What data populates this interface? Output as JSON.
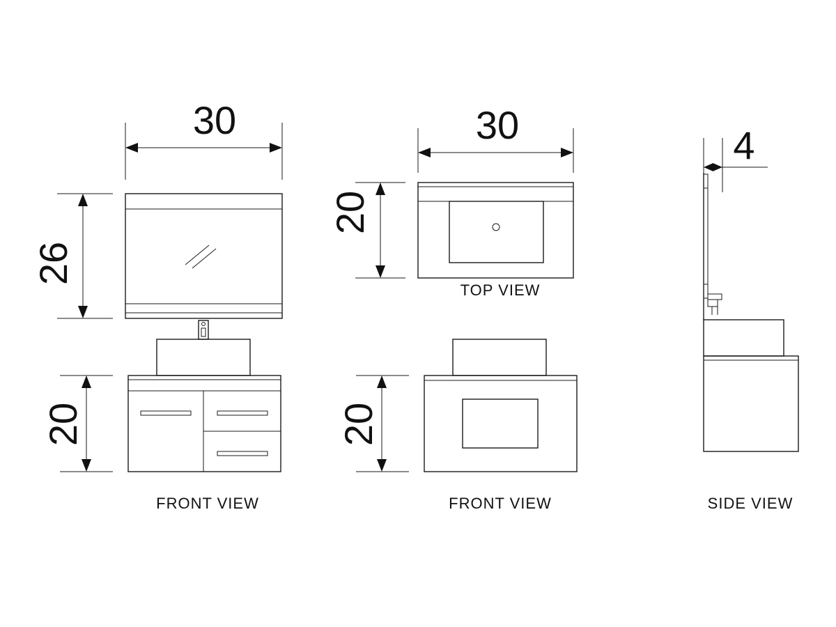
{
  "dimensions": {
    "mirror_width": "30",
    "mirror_height": "26",
    "cabinet_height_front": "20",
    "top_width": "30",
    "top_depth": "20",
    "front2_height": "20",
    "mirror_depth": "4"
  },
  "labels": {
    "front_view_1": "FRONT VIEW",
    "top_view": "TOP VIEW",
    "front_view_2": "FRONT VIEW",
    "side_view": "SIDE VIEW"
  },
  "colors": {
    "line": "#1a1a1a",
    "background": "#ffffff"
  }
}
